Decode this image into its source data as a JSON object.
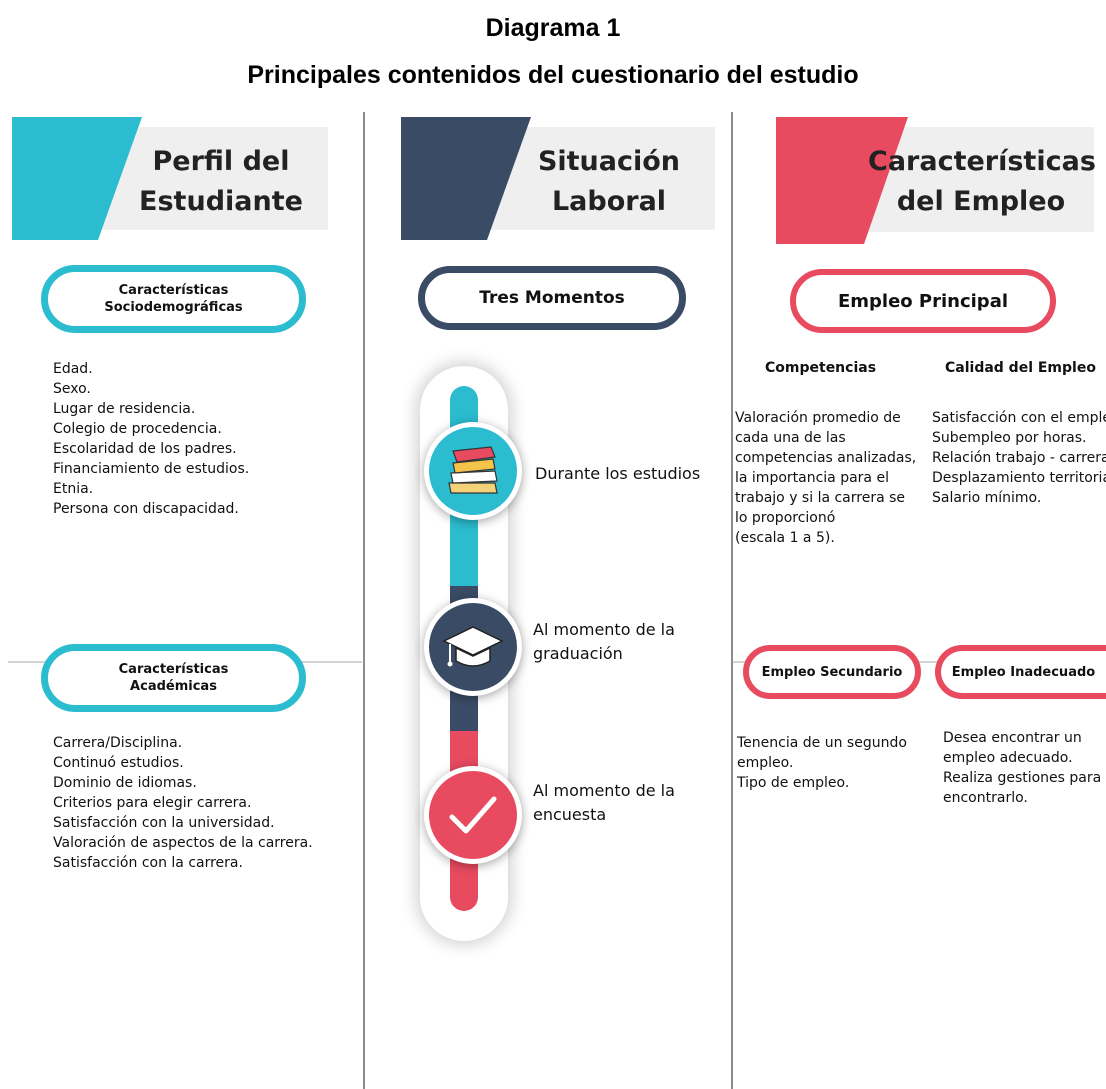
{
  "title": "Diagrama 1",
  "subtitle": "Principales contenidos del cuestionario del estudio",
  "colors": {
    "teal": "#2bbccf",
    "navy": "#3a4b66",
    "red": "#e84a5f",
    "banner_bg": "#efefef"
  },
  "columns": {
    "perfil": {
      "banner_line1": "Perfil del",
      "banner_line2": "Estudiante",
      "section1": {
        "pill_line1": "Características",
        "pill_line2": "Sociodemográficas",
        "items": [
          "Edad.",
          "Sexo.",
          "Lugar de residencia.",
          "Colegio de procedencia.",
          "Escolaridad de los padres.",
          "Financiamiento de estudios.",
          "Etnia.",
          "Persona con discapacidad."
        ]
      },
      "section2": {
        "pill_line1": "Características",
        "pill_line2": "Académicas",
        "items": [
          "Carrera/Disciplina.",
          "Continuó estudios.",
          "Dominio de idiomas.",
          "Criterios para elegir carrera.",
          "Satisfacción con la universidad.",
          "Valoración de aspectos de la carrera.",
          "Satisfacción con la carrera."
        ]
      }
    },
    "situacion": {
      "banner_line1": "Situación",
      "banner_line2": "Laboral",
      "pill": "Tres Momentos",
      "stages": [
        {
          "label_line1": "Durante los estudios",
          "label_line2": "",
          "icon": "books-icon"
        },
        {
          "label_line1": "Al momento de la",
          "label_line2": "graduación",
          "icon": "graduation-cap-icon"
        },
        {
          "label_line1": "Al momento de la",
          "label_line2": "encuesta",
          "icon": "checkmark-icon"
        }
      ]
    },
    "caracteristicas": {
      "banner_line1": "Características",
      "banner_line2": "del Empleo",
      "pill": "Empleo Principal",
      "competencias": {
        "heading": "Competencias",
        "lines": [
          "Valoración promedio de",
          "cada una de las",
          "competencias analizadas,",
          "la importancia para el",
          "trabajo y si la carrera se",
          "lo proporcionó",
          "(escala 1  a 5)."
        ]
      },
      "calidad": {
        "heading": "Calidad del Empleo",
        "lines": [
          "Satisfacción con el empleo.",
          "Subempleo por  horas.",
          "Relación trabajo -  carrera.",
          "Desplazamiento territorial.",
          "Salario mínimo."
        ]
      },
      "secundario": {
        "pill": "Empleo Secundario",
        "lines": [
          "Tenencia de un segundo",
          "empleo.",
          "Tipo de empleo."
        ]
      },
      "inadecuado": {
        "pill": "Empleo Inadecuado",
        "lines": [
          "Desea encontrar un",
          "empleo adecuado.",
          "Realiza gestiones para",
          "encontrarlo."
        ]
      }
    }
  }
}
